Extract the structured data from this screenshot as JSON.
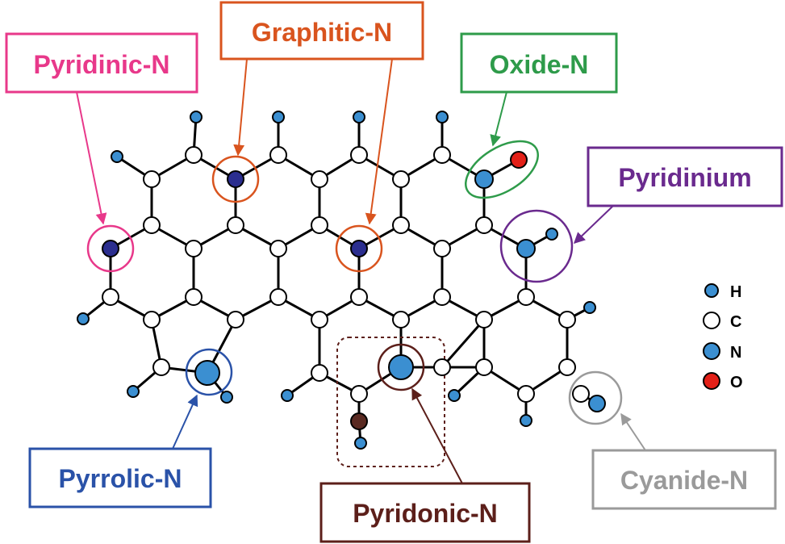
{
  "labels": {
    "pyridinic": "Pyridinic-N",
    "graphitic": "Graphitic-N",
    "oxide": "Oxide-N",
    "pyridinium": "Pyridinium",
    "pyrrolic": "Pyrrolic-N",
    "pyridonic": "Pyridonic-N",
    "cyanide": "Cyanide-N"
  },
  "legend": {
    "items": [
      {
        "symbol": "H",
        "color": "#3b8fd1",
        "size": "small"
      },
      {
        "symbol": "C",
        "color": "#ffffff",
        "size": "large"
      },
      {
        "symbol": "N",
        "color": "#3b8fd1",
        "size": "large"
      },
      {
        "symbol": "O",
        "color": "#e32018",
        "size": "large"
      }
    ]
  },
  "colors": {
    "pyridinic": "#e8388a",
    "graphitic": "#d9541e",
    "oxide": "#2e9b4a",
    "pyridinium": "#6a2a8e",
    "pyrrolic": "#2a52a8",
    "pyridonic": "#5c1f1a",
    "cyanide": "#9a9a9a",
    "atom_h": "#3b8fd1",
    "atom_n_dark": "#2b2e8f",
    "atom_o": "#e32018",
    "atom_o_dark": "#5a2a22",
    "bond": "#000000"
  }
}
